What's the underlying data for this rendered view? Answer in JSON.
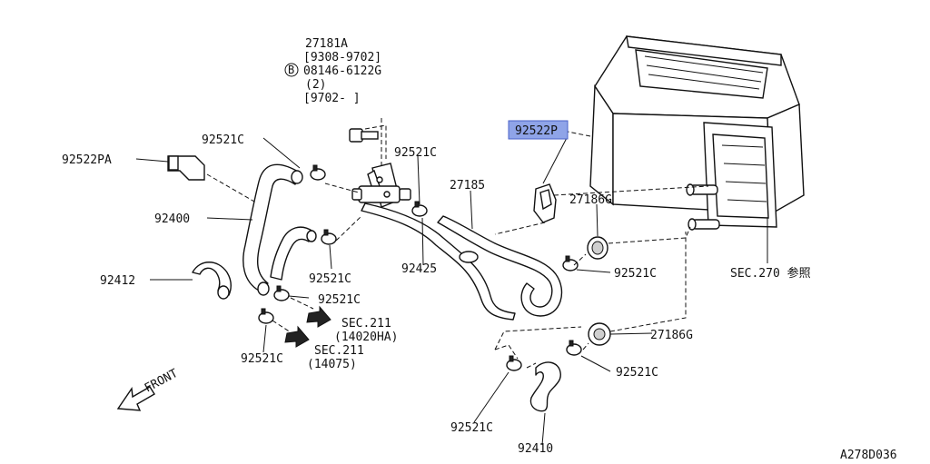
{
  "diagram_id": "A278D036",
  "highlight_color": "#8fa4e8",
  "labels": {
    "p27181a": "27181A",
    "p27181a_range": "[9308-9702]",
    "bolt_circle": "B",
    "bolt_code": "08146-6122G",
    "bolt_qty": "(2)",
    "bolt_range": "[9702-     ]",
    "p92522pa": "92522PA",
    "p92521c_a": "92521C",
    "p92521c_b": "92521C",
    "p92521c_c": "92521C",
    "p92521c_d": "92521C",
    "p92521c_e": "92521C",
    "p92521c_f": "92521C",
    "p92521c_g": "92521C",
    "p92521c_h": "92521C",
    "p92400": "92400",
    "p92412": "92412",
    "p92425": "92425",
    "p27185": "27185",
    "p92522p": "92522P",
    "p27186g_a": "27186G",
    "p27186g_b": "27186G",
    "p92410": "92410",
    "sec270": "SEC.270 参照",
    "sec211_a": "SEC.211",
    "sec211_a_code": "(14020HA)",
    "sec211_b": "SEC.211",
    "sec211_b_code": "(14075)",
    "front": "FRONT"
  }
}
